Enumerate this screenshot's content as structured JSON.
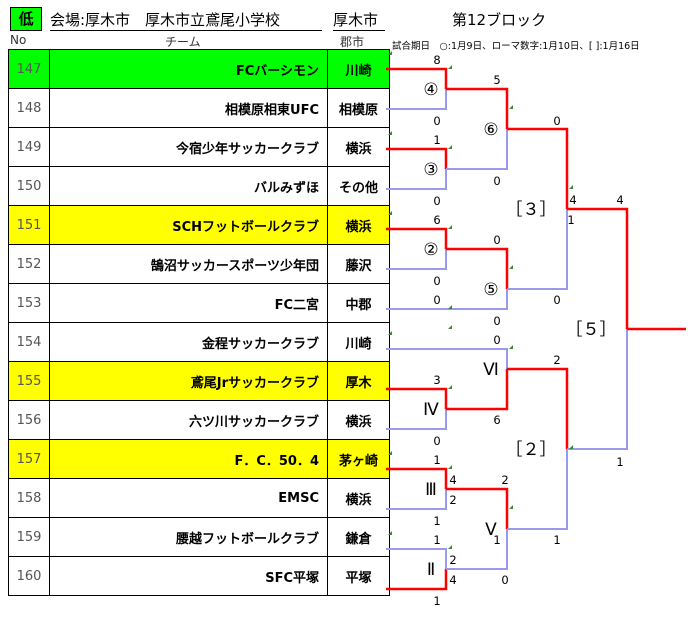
{
  "header": {
    "grade": "低",
    "venue": "会場:厚木市　厚木市立鳶尾小学校",
    "city": "厚木市",
    "block": "第12ブロック",
    "col_no": "No",
    "col_team": "チーム",
    "col_area": "郡市",
    "legend": "試合期日　○:1月9日、ローマ数字:1月10日、[ ]:1月16日"
  },
  "teams": [
    {
      "no": "147",
      "name": "FCバーシモン",
      "area": "川崎",
      "hl": "green"
    },
    {
      "no": "148",
      "name": "相模原相東UFC",
      "area": "相模原",
      "hl": ""
    },
    {
      "no": "149",
      "name": "今宿少年サッカークラブ",
      "area": "横浜",
      "hl": ""
    },
    {
      "no": "150",
      "name": "バルみずほ",
      "area": "その他",
      "hl": ""
    },
    {
      "no": "151",
      "name": "SCHフットボールクラブ",
      "area": "横浜",
      "hl": "yellow"
    },
    {
      "no": "152",
      "name": "鵠沼サッカースポーツ少年団",
      "area": "藤沢",
      "hl": ""
    },
    {
      "no": "153",
      "name": "FC二宮",
      "area": "中郡",
      "hl": ""
    },
    {
      "no": "154",
      "name": "金程サッカークラブ",
      "area": "川崎",
      "hl": ""
    },
    {
      "no": "155",
      "name": "鳶尾Jrサッカークラブ",
      "area": "厚木",
      "hl": "yellow"
    },
    {
      "no": "156",
      "name": "六ツ川サッカークラブ",
      "area": "横浜",
      "hl": ""
    },
    {
      "no": "157",
      "name": "F．C．50．4",
      "area": "茅ヶ崎",
      "hl": "yellow"
    },
    {
      "no": "158",
      "name": "EMSC",
      "area": "横浜",
      "hl": ""
    },
    {
      "no": "159",
      "name": "腰越フットボールクラブ",
      "area": "鎌倉",
      "hl": ""
    },
    {
      "no": "160",
      "name": "SFC平塚",
      "area": "平塚",
      "hl": ""
    }
  ],
  "bracket": {
    "match_marks": [
      "④",
      "③",
      "②",
      "⑤",
      "⑥",
      "Ⅵ",
      "Ⅳ",
      "Ⅲ",
      "Ⅱ",
      "Ⅴ",
      "［３］",
      "［２］",
      "［５］"
    ],
    "scores": [
      "8",
      "0",
      "1",
      "0",
      "6",
      "0",
      "0",
      "0",
      "3",
      "0",
      "1",
      "1",
      "1",
      "1",
      "5",
      "0",
      "0",
      "0",
      "6",
      "4",
      "2",
      "2",
      "4",
      "2",
      "1",
      "0",
      "0",
      "4",
      "1",
      "2",
      "1",
      "0",
      "4",
      "1"
    ],
    "colors": {
      "winner": "#ff0000",
      "loser": "#9999ee",
      "highlight_green": "#00ff00",
      "highlight_yellow": "#ffff00"
    }
  }
}
